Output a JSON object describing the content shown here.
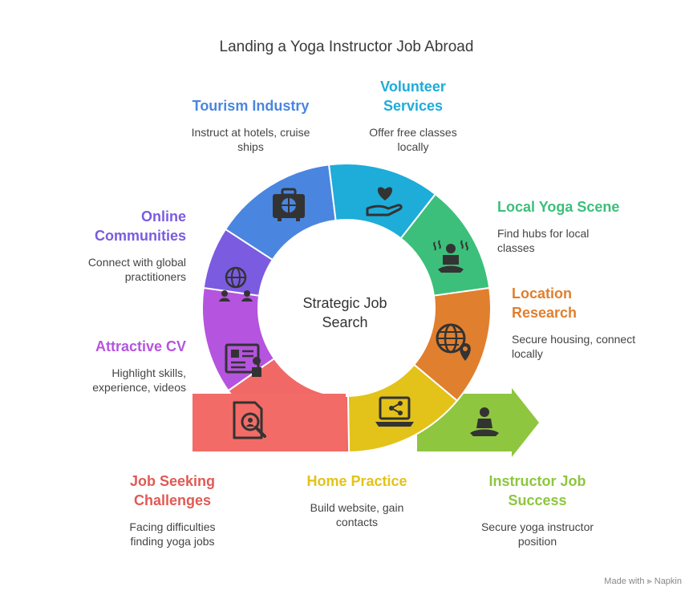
{
  "title": "Landing a Yoga Instructor Job Abroad",
  "center": {
    "line1": "Strategic Job",
    "line2": "Search"
  },
  "segments": [
    {
      "label": [
        "Tourism Industry"
      ],
      "desc": [
        "Instruct at hotels, cruise",
        "ships"
      ],
      "color": "#4a86e0",
      "icon": "hotel-luggage-icon"
    },
    {
      "label": [
        "Volunteer",
        "Services"
      ],
      "desc": [
        "Offer free classes",
        "locally"
      ],
      "color": "#1eacd9",
      "icon": "heart-hand-icon"
    },
    {
      "label": [
        "Local Yoga Scene"
      ],
      "desc": [
        "Find hubs for local",
        "classes"
      ],
      "color": "#3cbf7a",
      "icon": "meditating-person-icon"
    },
    {
      "label": [
        "Location",
        "Research"
      ],
      "desc": [
        "Secure housing, connect",
        "locally"
      ],
      "color": "#e07f2e",
      "icon": "globe-pin-icon"
    },
    {
      "label": [
        "Home Practice"
      ],
      "desc": [
        "Build website, gain",
        "contacts"
      ],
      "color": "#e3c21a",
      "icon": "laptop-share-icon"
    },
    {
      "label": [
        "Job Seeking",
        "Challenges"
      ],
      "desc": [
        "Facing difficulties",
        "finding yoga jobs"
      ],
      "color": "#f06966",
      "icon": "search-document-icon"
    },
    {
      "label": [
        "Attractive CV"
      ],
      "desc": [
        "Highlight skills,",
        "experience, videos"
      ],
      "color": "#b554de",
      "icon": "resume-icon"
    },
    {
      "label": [
        "Online",
        "Communities"
      ],
      "desc": [
        "Connect with global",
        "practitioners"
      ],
      "color": "#7b5be0",
      "icon": "global-network-icon"
    }
  ],
  "arrow": {
    "label": [
      "Instructor Job",
      "Success"
    ],
    "desc": [
      "Secure yoga instructor",
      "position"
    ],
    "color": "#8ec63f",
    "icon": "yoga-instructor-icon"
  },
  "footer": "Made with ⪢ Napkin",
  "colors": {
    "tourism": "#4a86e0",
    "volunteer": "#1eacd9",
    "local": "#3cbf7a",
    "location": "#e07f2e",
    "home": "#e3c21a",
    "challenges": "#f06966",
    "cv": "#b554de",
    "online": "#7b5be0",
    "success": "#8ec63f",
    "label_blue": "#4a86e0",
    "label_cyan": "#1eacd9",
    "label_green": "#3cbf7a",
    "label_orange": "#e07f2e",
    "label_yellow": "#e3c21a",
    "label_red": "#e05a55",
    "label_purple": "#b554de",
    "label_violet": "#7b5be0",
    "label_lime": "#8ec63f"
  }
}
